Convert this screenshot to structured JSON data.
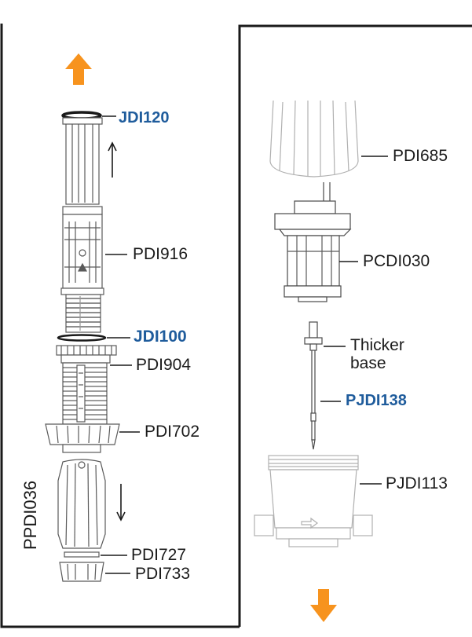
{
  "colors": {
    "accent_arrow": "#f7931e",
    "part_code_blue": "#1f5c9c",
    "line": "#1a1a1a",
    "part_stroke": "#5a5a5a",
    "faded_stroke": "#b0b0b0"
  },
  "left_assembly": {
    "vertical_label": "PPDI036",
    "parts": {
      "jdi120": "JDI120",
      "pdi916": "PDI916",
      "jdi100": "JDI100",
      "pdi904": "PDI904",
      "pdi702": "PDI702",
      "pdi727": "PDI727",
      "pdi733": "PDI733"
    }
  },
  "right_assembly": {
    "parts": {
      "pdi685": "PDI685",
      "pcdi030": "PCDI030",
      "thicker_base_line1": "Thicker",
      "thicker_base_line2": "base",
      "pjdi138": "PJDI138",
      "pjdi113": "PJDI113"
    }
  },
  "icons": [
    "up-arrow-icon",
    "down-arrow-icon",
    "direction-up-arrow-icon",
    "direction-down-arrow-icon"
  ]
}
